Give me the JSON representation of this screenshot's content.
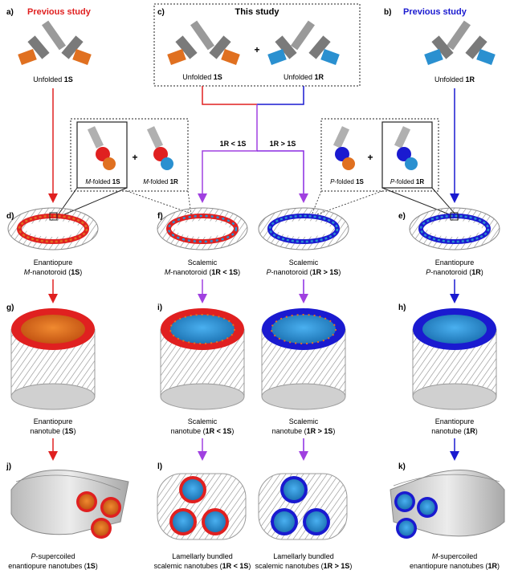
{
  "panels": {
    "a": {
      "letter": "a)",
      "header": "Previous study",
      "caption_pre": "Unfolded ",
      "caption_bold": "1S"
    },
    "b": {
      "letter": "b)",
      "header": "Previous study",
      "caption_pre": "Unfolded ",
      "caption_bold": "1R"
    },
    "c": {
      "letter": "c)",
      "header": "This study",
      "plus": "+",
      "left_pre": "Unfolded ",
      "left_bold": "1S",
      "right_pre": "Unfolded ",
      "right_bold": "1R"
    },
    "branch_left": "1R < 1S",
    "branch_right": "1R > 1S",
    "inset_left": {
      "a_italic": "M",
      "a_rest": "-folded ",
      "a_bold": "1S",
      "plus": "+",
      "b_italic": "M",
      "b_rest": "-folded ",
      "b_bold": "1R"
    },
    "inset_right": {
      "a_italic": "P",
      "a_rest": "-folded ",
      "a_bold": "1S",
      "plus": "+",
      "b_italic": "P",
      "b_rest": "-folded ",
      "b_bold": "1R"
    },
    "d": {
      "letter": "d)",
      "line1": "Enantiopure",
      "line2_it": "M",
      "line2_rest": "-nanotoroid (",
      "line2_bold": "1S",
      "line2_end": ")"
    },
    "f": {
      "letter": "f)",
      "line1": "Scalemic",
      "line2_it": "M",
      "line2_rest": "-nanotoroid (",
      "line2_bold": "1R < 1S",
      "line2_end": ")"
    },
    "f2": {
      "line1": "Scalemic",
      "line2_it": "P",
      "line2_rest": "-nanotoroid (",
      "line2_bold": "1R > 1S",
      "line2_end": ")"
    },
    "e": {
      "letter": "e)",
      "line1": "Enantiopure",
      "line2_it": "P",
      "line2_rest": "-nanotoroid (",
      "line2_bold": "1R",
      "line2_end": ")"
    },
    "g": {
      "letter": "g)",
      "line1": "Enantiopure",
      "line2_rest": "nanotube (",
      "line2_bold": "1S",
      "line2_end": ")"
    },
    "i": {
      "letter": "i)",
      "line1": "Scalemic",
      "line2_rest": "nanotube (",
      "line2_bold": "1R < 1S",
      "line2_end": ")"
    },
    "i2": {
      "line1": "Scalemic",
      "line2_rest": "nanotube (",
      "line2_bold": "1R > 1S",
      "line2_end": ")"
    },
    "h": {
      "letter": "h)",
      "line1": "Enantiopure",
      "line2_rest": "nanotube (",
      "line2_bold": "1R",
      "line2_end": ")"
    },
    "j": {
      "letter": "j)",
      "line1_it": "P",
      "line1_rest": "-supercoiled",
      "line2_rest": "enantiopure nanotubes (",
      "line2_bold": "1S",
      "line2_end": ")"
    },
    "l": {
      "letter": "l)",
      "line1": "Lamellarly bundled",
      "line2_rest": "scalemic nanotubes (",
      "line2_bold": "1R < 1S",
      "line2_end": ")"
    },
    "l2": {
      "line1": "Lamellarly bundled",
      "line2_rest": "scalemic nanotubes (",
      "line2_bold": "1R > 1S",
      "line2_end": ")"
    },
    "k": {
      "letter": "k)",
      "line1_it": "M",
      "line1_rest": "-supercoiled",
      "line2_rest": "enantiopure nanotubes (",
      "line2_bold": "1R",
      "line2_end": ")"
    }
  },
  "colors": {
    "red": "#e02020",
    "blue": "#1a1ad0",
    "purple": "#a040e0",
    "purple_dark": "#8a2be2",
    "orange": "#e07020",
    "cyan": "#2a90d0",
    "grey": "#9a9a9a",
    "dark_grey": "#5a5a5a"
  }
}
